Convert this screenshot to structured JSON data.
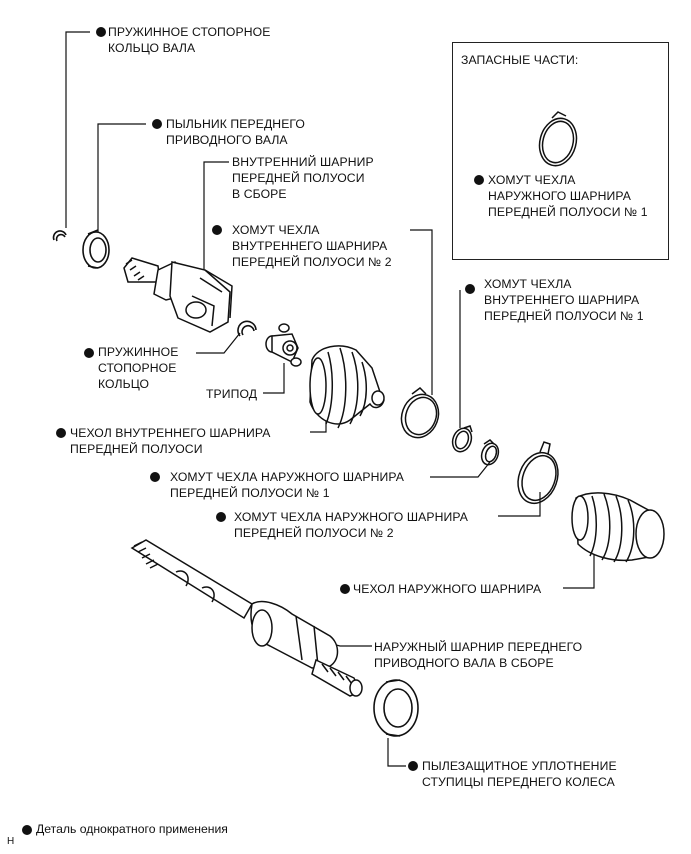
{
  "labels": {
    "shaft_snap_ring": "ПРУЖИННОЕ СТОПОРНОЕ\nКОЛЬЦО ВАЛА",
    "dust_deflector": "ПЫЛЬНИК ПЕРЕДНЕГО\nПРИВОДНОГО ВАЛА",
    "inboard_joint_assy": "ВНУТРЕННИЙ ШАРНИР\nПЕРЕДНЕЙ ПОЛУОСИ\nВ СБОРЕ",
    "inboard_boot_clamp_2": "ХОМУТ ЧЕХЛА\nВНУТРЕННЕГО ШАРНИРА\nПЕРЕДНЕЙ ПОЛУОСИ № 2",
    "inboard_boot_clamp_1": "ХОМУТ ЧЕХЛА\nВНУТРЕННЕГО ШАРНИРА\nПЕРЕДНЕЙ ПОЛУОСИ № 1",
    "snap_ring": "ПРУЖИННОЕ\nСТОПОРНОЕ\nКОЛЬЦО",
    "tripod": "ТРИПОД",
    "inboard_boot": "ЧЕХОЛ ВНУТРЕННЕГО ШАРНИРА\nПЕРЕДНЕЙ ПОЛУОСИ",
    "outboard_boot_clamp_1": "ХОМУТ ЧЕХЛА НАРУЖНОГО ШАРНИРА\nПЕРЕДНЕЙ ПОЛУОСИ № 1",
    "outboard_boot_clamp_2": "ХОМУТ ЧЕХЛА НАРУЖНОГО ШАРНИРА\nПЕРЕДНЕЙ ПОЛУОСИ № 2",
    "outboard_boot": "ЧЕХОЛ НАРУЖНОГО ШАРНИРА",
    "outboard_joint_assy": "НАРУЖНЫЙ ШАРНИР ПЕРЕДНЕГО\nПРИВОДНОГО ВАЛА В СБОРЕ",
    "hub_seal": "ПЫЛЕЗАЩИТНОЕ УПЛОТНЕНИЕ\nСТУПИЦЫ ПЕРЕДНЕГО КОЛЕСА"
  },
  "spare_parts": {
    "title": "ЗАПАСНЫЕ ЧАСТИ:",
    "item": "ХОМУТ ЧЕХЛА\nНАРУЖНОГО ШАРНИРА\nПЕРЕДНЕЙ ПОЛУОСИ № 1"
  },
  "legend": {
    "non_reusable": "Деталь однократного применения"
  },
  "figure_ref": "H"
}
